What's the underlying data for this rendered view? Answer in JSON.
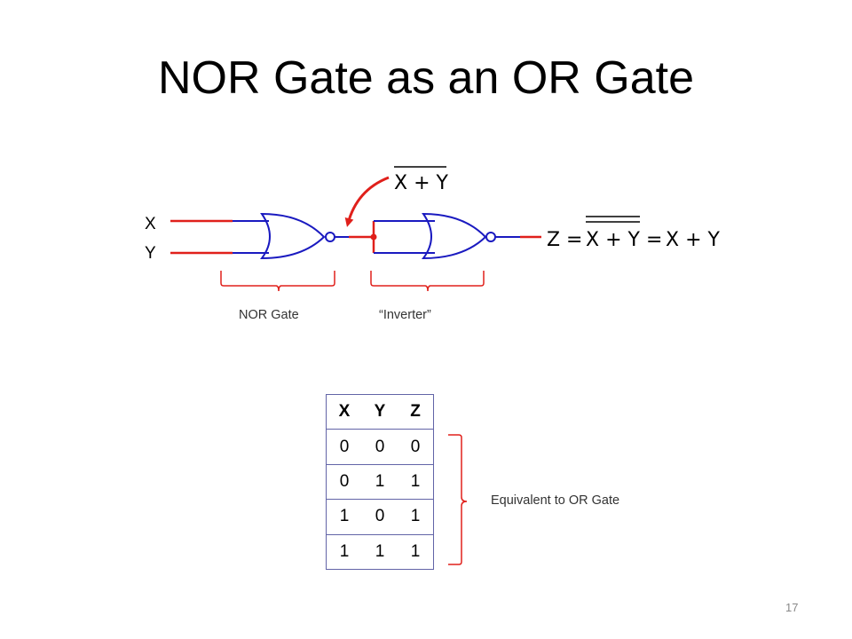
{
  "slide": {
    "title": "NOR Gate as an OR Gate",
    "page_number": "17"
  },
  "diagram": {
    "input_x_label": "X",
    "input_y_label": "Y",
    "annotation_expr": "X + Y",
    "output_expr": {
      "lhs": "Z",
      "eq1": "=",
      "term1": "X + Y",
      "eq2": "=",
      "term2": "X + Y"
    },
    "bracket_nor_label": "NOR Gate",
    "bracket_inverter_label": "“Inverter”",
    "colors": {
      "wire": "#e0201b",
      "gate": "#1a1ac0",
      "arrow": "#e0201b",
      "bracket": "#e0201b"
    }
  },
  "truth_table": {
    "headers": [
      "X",
      "Y",
      "Z"
    ],
    "rows": [
      [
        "0",
        "0",
        "0"
      ],
      [
        "0",
        "1",
        "1"
      ],
      [
        "1",
        "0",
        "1"
      ],
      [
        "1",
        "1",
        "1"
      ]
    ],
    "border_color": "#6264a7"
  },
  "bracket_table_label": "Equivalent to OR Gate"
}
